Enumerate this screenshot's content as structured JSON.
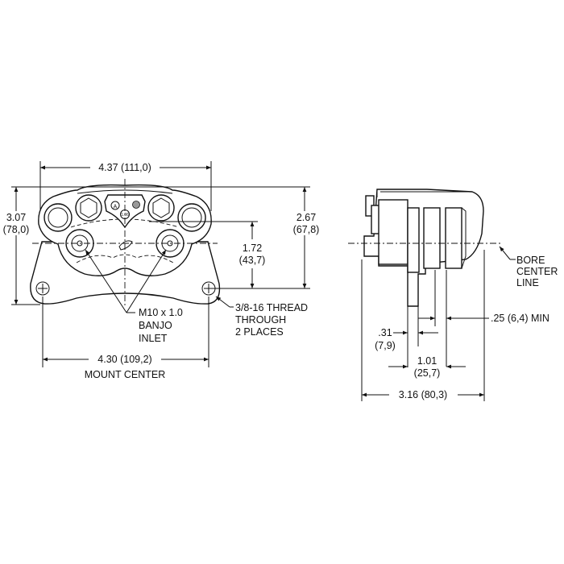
{
  "front_view": {
    "width_dim": "4.37 (111,0)",
    "height_dim": [
      "3.07",
      "(78,0)"
    ],
    "bore_height_dim": [
      "2.67",
      "(67,8)"
    ],
    "inlet_height_dim": [
      "1.72",
      "(43,7)"
    ],
    "inlet_note": [
      "M10 x 1.0",
      "BANJO",
      "INLET"
    ],
    "thread_note": [
      "3/8-16 THREAD",
      "THROUGH",
      "2 PLACES"
    ],
    "mount_dim": "4.30 (109,2)",
    "mount_label": "MOUNT CENTER",
    "badge_letter": "A",
    "badge_size": "1.06"
  },
  "side_view": {
    "bore_label": [
      "BORE",
      "CENTER",
      "LINE"
    ],
    "rotor_clearance_dim": ".25 (6,4) MIN",
    "offset_dim": [
      ".31",
      "(7,9)"
    ],
    "rotor_width_dim": [
      "1.01",
      "(25,7)"
    ],
    "overall_width_dim": "3.16 (80,3)"
  }
}
